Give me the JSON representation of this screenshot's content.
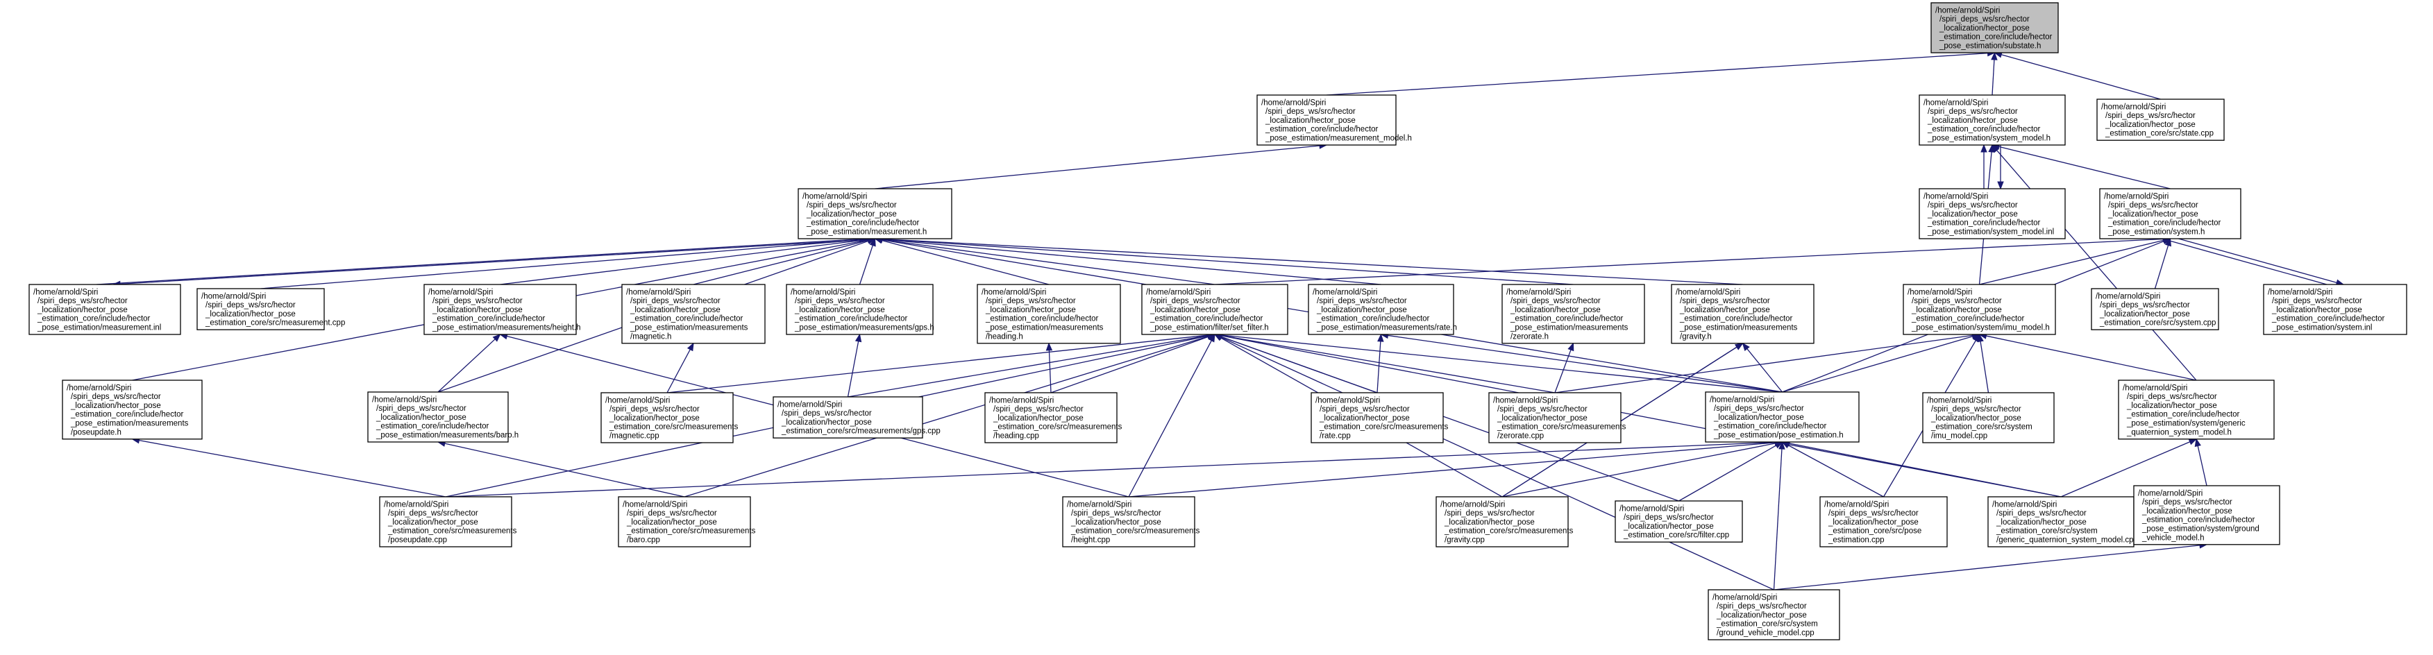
{
  "diagram": {
    "type": "include-dependency-graph",
    "colors": {
      "edge": "#191970",
      "root_fill": "#bfbfbf",
      "node_fill": "#ffffff",
      "node_border": "#000000"
    },
    "nodes": [
      {
        "id": "substate_h",
        "root": true,
        "lines": [
          "/home/arnold/Spiri",
          "/spiri_deps_ws/src/hector",
          "_localization/hector_pose",
          "_estimation_core/include/hector",
          "_pose_estimation/substate.h"
        ]
      },
      {
        "id": "measurement_model_h",
        "lines": [
          "/home/arnold/Spiri",
          "/spiri_deps_ws/src/hector",
          "_localization/hector_pose",
          "_estimation_core/include/hector",
          "_pose_estimation/measurement_model.h"
        ]
      },
      {
        "id": "system_model_h",
        "lines": [
          "/home/arnold/Spiri",
          "/spiri_deps_ws/src/hector",
          "_localization/hector_pose",
          "_estimation_core/include/hector",
          "_pose_estimation/system_model.h"
        ]
      },
      {
        "id": "state_cpp",
        "lines": [
          "/home/arnold/Spiri",
          "/spiri_deps_ws/src/hector",
          "_localization/hector_pose",
          "_estimation_core/src/state.cpp"
        ]
      },
      {
        "id": "measurement_h",
        "lines": [
          "/home/arnold/Spiri",
          "/spiri_deps_ws/src/hector",
          "_localization/hector_pose",
          "_estimation_core/include/hector",
          "_pose_estimation/measurement.h"
        ]
      },
      {
        "id": "system_model_inl",
        "lines": [
          "/home/arnold/Spiri",
          "/spiri_deps_ws/src/hector",
          "_localization/hector_pose",
          "_estimation_core/include/hector",
          "_pose_estimation/system_model.inl"
        ]
      },
      {
        "id": "system_h",
        "lines": [
          "/home/arnold/Spiri",
          "/spiri_deps_ws/src/hector",
          "_localization/hector_pose",
          "_estimation_core/include/hector",
          "_pose_estimation/system.h"
        ]
      },
      {
        "id": "measurement_inl",
        "lines": [
          "/home/arnold/Spiri",
          "/spiri_deps_ws/src/hector",
          "_localization/hector_pose",
          "_estimation_core/include/hector",
          "_pose_estimation/measurement.inl"
        ]
      },
      {
        "id": "measurement_cpp",
        "lines": [
          "/home/arnold/Spiri",
          "/spiri_deps_ws/src/hector",
          "_localization/hector_pose",
          "_estimation_core/src/measurement.cpp"
        ]
      },
      {
        "id": "height_h",
        "lines": [
          "/home/arnold/Spiri",
          "/spiri_deps_ws/src/hector",
          "_localization/hector_pose",
          "_estimation_core/include/hector",
          "_pose_estimation/measurements/height.h"
        ]
      },
      {
        "id": "magnetic_h",
        "lines": [
          "/home/arnold/Spiri",
          "/spiri_deps_ws/src/hector",
          "_localization/hector_pose",
          "_estimation_core/include/hector",
          "_pose_estimation/measurements",
          "/magnetic.h"
        ]
      },
      {
        "id": "gps_h",
        "lines": [
          "/home/arnold/Spiri",
          "/spiri_deps_ws/src/hector",
          "_localization/hector_pose",
          "_estimation_core/include/hector",
          "_pose_estimation/measurements/gps.h"
        ]
      },
      {
        "id": "heading_h",
        "lines": [
          "/home/arnold/Spiri",
          "/spiri_deps_ws/src/hector",
          "_localization/hector_pose",
          "_estimation_core/include/hector",
          "_pose_estimation/measurements",
          "/heading.h"
        ]
      },
      {
        "id": "set_filter_h",
        "lines": [
          "/home/arnold/Spiri",
          "/spiri_deps_ws/src/hector",
          "_localization/hector_pose",
          "_estimation_core/include/hector",
          "_pose_estimation/filter/set_filter.h"
        ]
      },
      {
        "id": "rate_h",
        "lines": [
          "/home/arnold/Spiri",
          "/spiri_deps_ws/src/hector",
          "_localization/hector_pose",
          "_estimation_core/include/hector",
          "_pose_estimation/measurements/rate.h"
        ]
      },
      {
        "id": "zerorate_h",
        "lines": [
          "/home/arnold/Spiri",
          "/spiri_deps_ws/src/hector",
          "_localization/hector_pose",
          "_estimation_core/include/hector",
          "_pose_estimation/measurements",
          "/zerorate.h"
        ]
      },
      {
        "id": "gravity_h",
        "lines": [
          "/home/arnold/Spiri",
          "/spiri_deps_ws/src/hector",
          "_localization/hector_pose",
          "_estimation_core/include/hector",
          "_pose_estimation/measurements",
          "/gravity.h"
        ]
      },
      {
        "id": "imu_model_h",
        "lines": [
          "/home/arnold/Spiri",
          "/spiri_deps_ws/src/hector",
          "_localization/hector_pose",
          "_estimation_core/include/hector",
          "_pose_estimation/system/imu_model.h"
        ]
      },
      {
        "id": "system_cpp",
        "lines": [
          "/home/arnold/Spiri",
          "/spiri_deps_ws/src/hector",
          "_localization/hector_pose",
          "_estimation_core/src/system.cpp"
        ]
      },
      {
        "id": "system_inl",
        "lines": [
          "/home/arnold/Spiri",
          "/spiri_deps_ws/src/hector",
          "_localization/hector_pose",
          "_estimation_core/include/hector",
          "_pose_estimation/system.inl"
        ]
      },
      {
        "id": "poseupdate_h",
        "lines": [
          "/home/arnold/Spiri",
          "/spiri_deps_ws/src/hector",
          "_localization/hector_pose",
          "_estimation_core/include/hector",
          "_pose_estimation/measurements",
          "/poseupdate.h"
        ]
      },
      {
        "id": "baro_h",
        "lines": [
          "/home/arnold/Spiri",
          "/spiri_deps_ws/src/hector",
          "_localization/hector_pose",
          "_estimation_core/include/hector",
          "_pose_estimation/measurements/baro.h"
        ]
      },
      {
        "id": "magnetic_cpp",
        "lines": [
          "/home/arnold/Spiri",
          "/spiri_deps_ws/src/hector",
          "_localization/hector_pose",
          "_estimation_core/src/measurements",
          "/magnetic.cpp"
        ]
      },
      {
        "id": "gps_cpp",
        "lines": [
          "/home/arnold/Spiri",
          "/spiri_deps_ws/src/hector",
          "_localization/hector_pose",
          "_estimation_core/src/measurements/gps.cpp"
        ]
      },
      {
        "id": "heading_cpp",
        "lines": [
          "/home/arnold/Spiri",
          "/spiri_deps_ws/src/hector",
          "_localization/hector_pose",
          "_estimation_core/src/measurements",
          "/heading.cpp"
        ]
      },
      {
        "id": "rate_cpp",
        "lines": [
          "/home/arnold/Spiri",
          "/spiri_deps_ws/src/hector",
          "_localization/hector_pose",
          "_estimation_core/src/measurements",
          "/rate.cpp"
        ]
      },
      {
        "id": "zerorate_cpp",
        "lines": [
          "/home/arnold/Spiri",
          "/spiri_deps_ws/src/hector",
          "_localization/hector_pose",
          "_estimation_core/src/measurements",
          "/zerorate.cpp"
        ]
      },
      {
        "id": "pose_estimation_h",
        "lines": [
          "/home/arnold/Spiri",
          "/spiri_deps_ws/src/hector",
          "_localization/hector_pose",
          "_estimation_core/include/hector",
          "_pose_estimation/pose_estimation.h"
        ]
      },
      {
        "id": "imu_model_cpp",
        "lines": [
          "/home/arnold/Spiri",
          "/spiri_deps_ws/src/hector",
          "_localization/hector_pose",
          "_estimation_core/src/system",
          "/imu_model.cpp"
        ]
      },
      {
        "id": "generic_quaternion_system_model_h",
        "lines": [
          "/home/arnold/Spiri",
          "/spiri_deps_ws/src/hector",
          "_localization/hector_pose",
          "_estimation_core/include/hector",
          "_pose_estimation/system/generic",
          "_quaternion_system_model.h"
        ]
      },
      {
        "id": "poseupdate_cpp",
        "lines": [
          "/home/arnold/Spiri",
          "/spiri_deps_ws/src/hector",
          "_localization/hector_pose",
          "_estimation_core/src/measurements",
          "/poseupdate.cpp"
        ]
      },
      {
        "id": "baro_cpp",
        "lines": [
          "/home/arnold/Spiri",
          "/spiri_deps_ws/src/hector",
          "_localization/hector_pose",
          "_estimation_core/src/measurements",
          "/baro.cpp"
        ]
      },
      {
        "id": "height_cpp",
        "lines": [
          "/home/arnold/Spiri",
          "/spiri_deps_ws/src/hector",
          "_localization/hector_pose",
          "_estimation_core/src/measurements",
          "/height.cpp"
        ]
      },
      {
        "id": "gravity_cpp",
        "lines": [
          "/home/arnold/Spiri",
          "/spiri_deps_ws/src/hector",
          "_localization/hector_pose",
          "_estimation_core/src/measurements",
          "/gravity.cpp"
        ]
      },
      {
        "id": "filter_cpp",
        "lines": [
          "/home/arnold/Spiri",
          "/spiri_deps_ws/src/hector",
          "_localization/hector_pose",
          "_estimation_core/src/filter.cpp"
        ]
      },
      {
        "id": "pose_estimation_cpp",
        "lines": [
          "/home/arnold/Spiri",
          "/spiri_deps_ws/src/hector",
          "_localization/hector_pose",
          "_estimation_core/src/pose",
          "_estimation.cpp"
        ]
      },
      {
        "id": "generic_quaternion_system_model_cpp",
        "lines": [
          "/home/arnold/Spiri",
          "/spiri_deps_ws/src/hector",
          "_localization/hector_pose",
          "_estimation_core/src/system",
          "/generic_quaternion_system_model.cpp"
        ]
      },
      {
        "id": "ground_vehicle_model_h",
        "lines": [
          "/home/arnold/Spiri",
          "/spiri_deps_ws/src/hector",
          "_localization/hector_pose",
          "_estimation_core/include/hector",
          "_pose_estimation/system/ground",
          "_vehicle_model.h"
        ]
      },
      {
        "id": "ground_vehicle_model_cpp",
        "lines": [
          "/home/arnold/Spiri",
          "/spiri_deps_ws/src/hector",
          "_localization/hector_pose",
          "_estimation_core/src/system",
          "/ground_vehicle_model.cpp"
        ]
      }
    ],
    "edges": [
      [
        "measurement_model_h",
        "substate_h"
      ],
      [
        "system_model_h",
        "substate_h"
      ],
      [
        "state_cpp",
        "substate_h"
      ],
      [
        "measurement_h",
        "measurement_model_h"
      ],
      [
        "system_model_inl",
        "system_model_h"
      ],
      [
        "system_model_h",
        "system_model_inl"
      ],
      [
        "system_h",
        "system_model_h"
      ],
      [
        "imu_model_h",
        "system_model_h"
      ],
      [
        "generic_quaternion_system_model_h",
        "system_model_h"
      ],
      [
        "measurement_inl",
        "measurement_h"
      ],
      [
        "measurement_h",
        "measurement_inl"
      ],
      [
        "measurement_cpp",
        "measurement_h"
      ],
      [
        "height_h",
        "measurement_h"
      ],
      [
        "magnetic_h",
        "measurement_h"
      ],
      [
        "gps_h",
        "measurement_h"
      ],
      [
        "heading_h",
        "measurement_h"
      ],
      [
        "set_filter_h",
        "measurement_h"
      ],
      [
        "rate_h",
        "measurement_h"
      ],
      [
        "zerorate_h",
        "measurement_h"
      ],
      [
        "gravity_h",
        "measurement_h"
      ],
      [
        "poseupdate_h",
        "measurement_h"
      ],
      [
        "baro_h",
        "measurement_h"
      ],
      [
        "pose_estimation_h",
        "measurement_h"
      ],
      [
        "system_cpp",
        "system_h"
      ],
      [
        "system_inl",
        "system_h"
      ],
      [
        "system_h",
        "system_inl"
      ],
      [
        "set_filter_h",
        "system_h"
      ],
      [
        "imu_model_h",
        "system_h"
      ],
      [
        "pose_estimation_h",
        "system_h"
      ],
      [
        "baro_h",
        "height_h"
      ],
      [
        "height_cpp",
        "height_h"
      ],
      [
        "magnetic_cpp",
        "magnetic_h"
      ],
      [
        "gps_cpp",
        "gps_h"
      ],
      [
        "heading_cpp",
        "heading_h"
      ],
      [
        "rate_cpp",
        "rate_h"
      ],
      [
        "zerorate_cpp",
        "zerorate_h"
      ],
      [
        "gravity_cpp",
        "gravity_h"
      ],
      [
        "pose_estimation_h",
        "set_filter_h"
      ],
      [
        "magnetic_cpp",
        "set_filter_h"
      ],
      [
        "gps_cpp",
        "set_filter_h"
      ],
      [
        "heading_cpp",
        "set_filter_h"
      ],
      [
        "rate_cpp",
        "set_filter_h"
      ],
      [
        "zerorate_cpp",
        "set_filter_h"
      ],
      [
        "poseupdate_cpp",
        "set_filter_h"
      ],
      [
        "baro_cpp",
        "set_filter_h"
      ],
      [
        "height_cpp",
        "set_filter_h"
      ],
      [
        "gravity_cpp",
        "set_filter_h"
      ],
      [
        "filter_cpp",
        "set_filter_h"
      ],
      [
        "generic_quaternion_system_model_cpp",
        "set_filter_h"
      ],
      [
        "ground_vehicle_model_cpp",
        "set_filter_h"
      ],
      [
        "pose_estimation_h",
        "rate_h"
      ],
      [
        "pose_estimation_h",
        "gravity_h"
      ],
      [
        "pose_estimation_h",
        "imu_model_h"
      ],
      [
        "zerorate_cpp",
        "imu_model_h"
      ],
      [
        "imu_model_cpp",
        "imu_model_h"
      ],
      [
        "generic_quaternion_system_model_h",
        "imu_model_h"
      ],
      [
        "pose_estimation_cpp",
        "imu_model_h"
      ],
      [
        "poseupdate_cpp",
        "poseupdate_h"
      ],
      [
        "baro_cpp",
        "baro_h"
      ],
      [
        "poseupdate_cpp",
        "pose_estimation_h"
      ],
      [
        "height_cpp",
        "pose_estimation_h"
      ],
      [
        "gravity_cpp",
        "pose_estimation_h"
      ],
      [
        "filter_cpp",
        "pose_estimation_h"
      ],
      [
        "pose_estimation_cpp",
        "pose_estimation_h"
      ],
      [
        "generic_quaternion_system_model_cpp",
        "pose_estimation_h"
      ],
      [
        "ground_vehicle_model_cpp",
        "pose_estimation_h"
      ],
      [
        "generic_quaternion_system_model_cpp",
        "generic_quaternion_system_model_h"
      ],
      [
        "ground_vehicle_model_h",
        "generic_quaternion_system_model_h"
      ],
      [
        "ground_vehicle_model_cpp",
        "ground_vehicle_model_h"
      ],
      [
        "gravity_cpp",
        "gravity_h"
      ]
    ]
  }
}
